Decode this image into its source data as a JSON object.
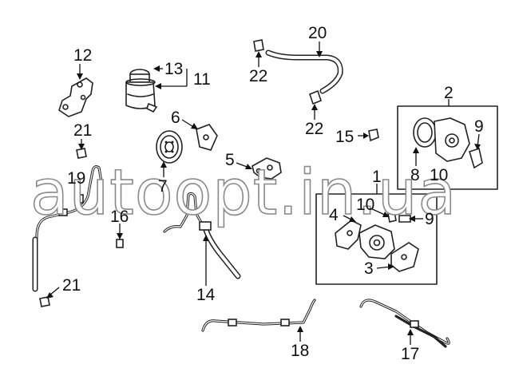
{
  "callouts": {
    "c1": "1",
    "c2": "2",
    "c3": "3",
    "c4": "4",
    "c5": "5",
    "c6": "6",
    "c7": "7",
    "c8": "8",
    "c9a": "9",
    "c9b": "9",
    "c10a": "10",
    "c10b": "10",
    "c11": "11",
    "c12": "12",
    "c13": "13",
    "c14": "14",
    "c15": "15",
    "c16": "16",
    "c17": "17",
    "c18": "18",
    "c19": "19",
    "c20": "20",
    "c21a": "21",
    "c21b": "21",
    "c22a": "22",
    "c22b": "22"
  },
  "watermark": "autoopt.in.ua",
  "colors": {
    "line": "#222222",
    "background": "#ffffff",
    "watermark_stroke": "#8a8a8a"
  }
}
